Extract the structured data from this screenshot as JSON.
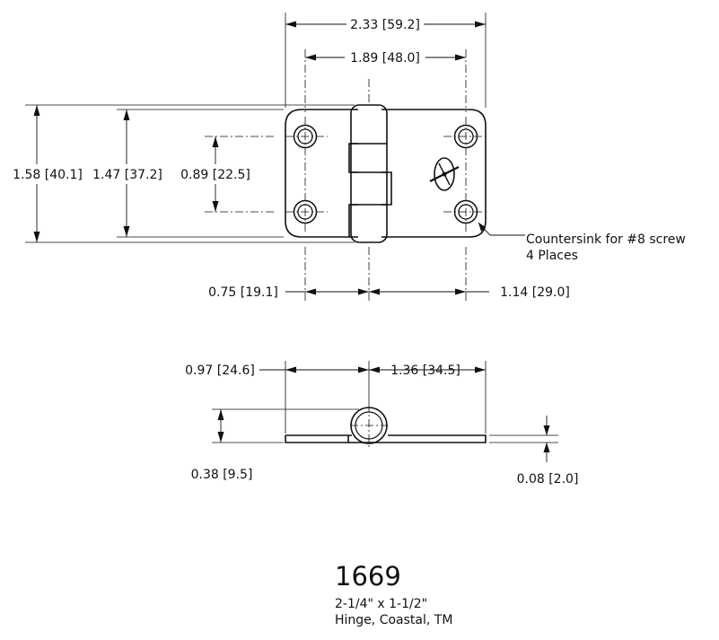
{
  "dimensions": {
    "overall_width": "2.33 [59.2]",
    "hole_spacing_x": "1.89 [48.0]",
    "overall_height": "1.58 [40.1]",
    "leaf_height": "1.47 [37.2]",
    "hole_spacing_y": "0.89 [22.5]",
    "left_hole_to_pin": "0.75 [19.1]",
    "pin_to_right_hole": "1.14 [29.0]",
    "left_leaf_side": "0.97 [24.6]",
    "right_leaf_side": "1.36 [34.5]",
    "knuckle_height": "0.38 [9.5]",
    "thickness": "0.08 [2.0]"
  },
  "callout": {
    "line1": "Countersink for #8 screw",
    "line2": "4 Places"
  },
  "title_block": {
    "part_number": "1669",
    "size": "2-1/4\" x 1-1/2\"",
    "description": "Hinge, Coastal, TM"
  }
}
